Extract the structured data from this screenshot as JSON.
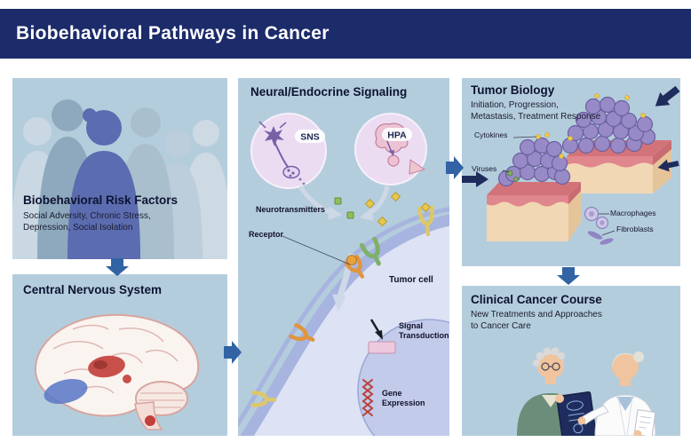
{
  "header": {
    "title": "Biobehavioral Pathways in Cancer"
  },
  "risk_panel": {
    "title": "Biobehavioral Risk Factors",
    "subtitle": "Social Adversity, Chronic Stress,\nDepression, Social Isolation"
  },
  "cns_panel": {
    "title": "Central Nervous System"
  },
  "signaling_panel": {
    "title": "Neural/Endocrine Signaling",
    "sns": "SNS",
    "hpa": "HPA",
    "neurotransmitters": "Neurotransmitters",
    "receptor": "Receptor",
    "tumor_cell": "Tumor cell",
    "signal_transduction": "Signal\nTransduction",
    "gene_expression": "Gene\nExpression"
  },
  "tumor_panel": {
    "title": "Tumor Biology",
    "subtitle": "Initiation, Progression,\nMetastasis, Treatment Response",
    "cytokines": "Cytokines",
    "viruses": "Viruses",
    "macrophages": "Macrophages",
    "fibroblasts": "Fibroblasts"
  },
  "clinical_panel": {
    "title": "Clinical Cancer Course",
    "subtitle": "New Treatments and Approaches\nto Cancer Care"
  },
  "colors": {
    "header_bg": "#1c2b6a",
    "panel_bg": "#b4cddd",
    "flow_arrow": "#3163a5",
    "foreground_figure": "#5b6cb0"
  }
}
